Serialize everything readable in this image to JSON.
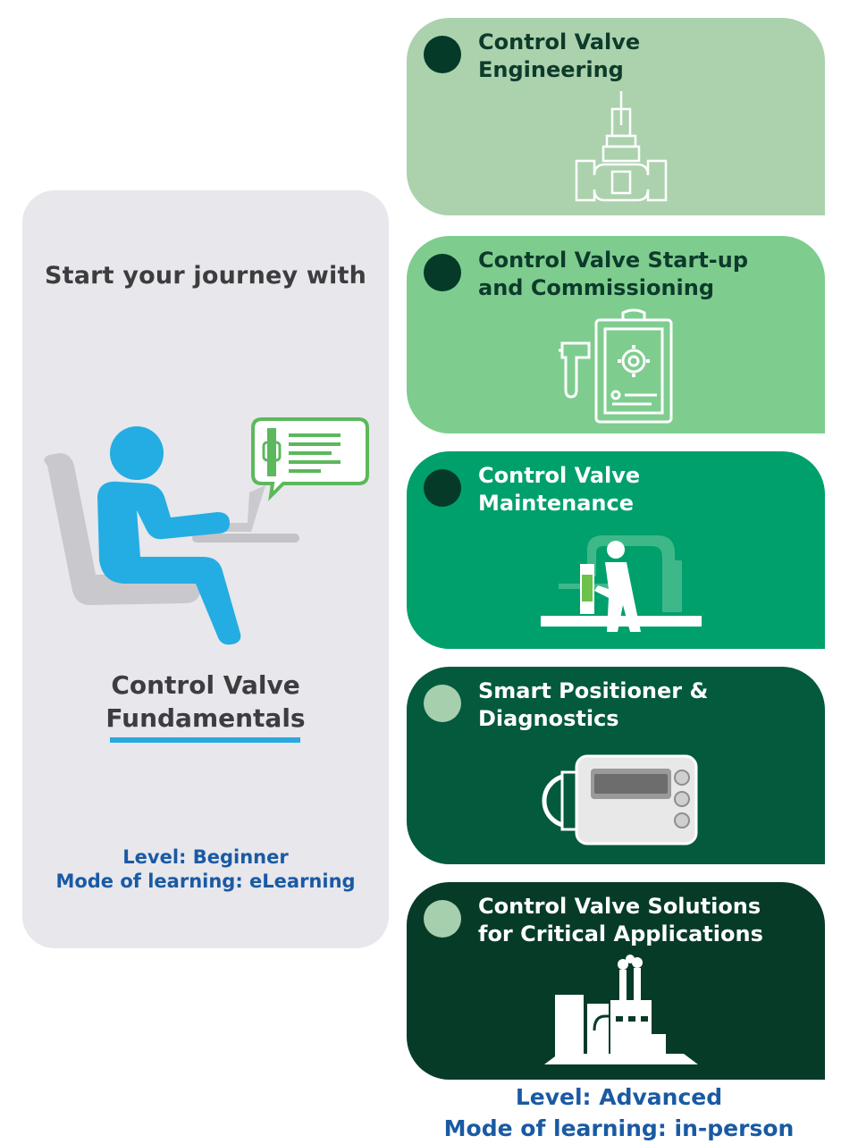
{
  "left": {
    "heading": "Start your journey with",
    "course_title_line1": "Control Valve",
    "course_title_line2": "Fundamentals",
    "level": "Level: Beginner",
    "mode": "Mode of learning: eLearning"
  },
  "courses": [
    {
      "title_line1": "Control Valve",
      "title_line2": "Engineering",
      "bg": "#abd2ad",
      "dot": "#043a27",
      "text": "#0d3b2b",
      "icon": "control-valve-icon"
    },
    {
      "title_line1": "Control Valve Start-up",
      "title_line2": "and Commissioning",
      "bg": "#7ecd8f",
      "dot": "#043a27",
      "text": "#0d3b2b",
      "icon": "clipboard-gear-icon"
    },
    {
      "title_line1": "Control Valve",
      "title_line2": "Maintenance",
      "bg": "#00a06c",
      "dot": "#043a27",
      "text": "#ffffff",
      "icon": "technician-valve-icon"
    },
    {
      "title_line1": "Smart Positioner &",
      "title_line2": "Diagnostics",
      "bg": "#035a3c",
      "dot": "#a6cfae",
      "text": "#ffffff",
      "icon": "positioner-icon"
    },
    {
      "title_line1": "Control Valve Solutions",
      "title_line2": "for Critical Applications",
      "bg": "#063b28",
      "dot": "#a6cfae",
      "text": "#ffffff",
      "icon": "industrial-plant-icon"
    }
  ],
  "right": {
    "level": "Level: Advanced",
    "mode": "Mode of learning: in-person"
  }
}
